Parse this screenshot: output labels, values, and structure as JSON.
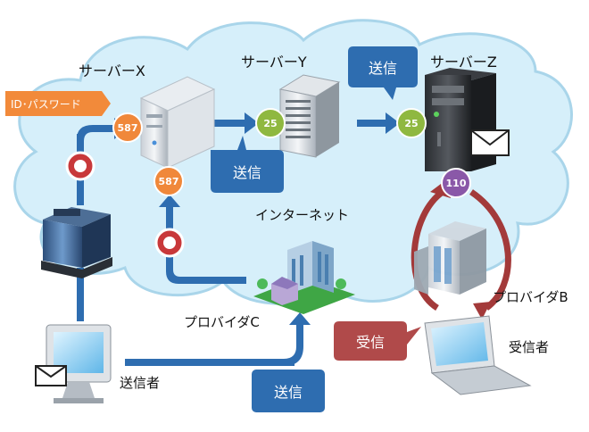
{
  "labels": {
    "server_x": "サーバーX",
    "server_y": "サーバーY",
    "server_z": "サーバーZ",
    "internet": "インターネット",
    "provider_b": "プロバイダB",
    "provider_c": "プロバイダC",
    "sender": "送信者",
    "receiver": "受信者",
    "credentials": "ID･パスワード"
  },
  "ports": {
    "x_upper": "587",
    "x_lower": "587",
    "y": "25",
    "z": "25",
    "z_pop": "110"
  },
  "callouts": {
    "send_y": "送信",
    "send_z": "送信",
    "send_sender": "送信",
    "receive": "受信"
  },
  "colors": {
    "cloud_fill": "#d6effa",
    "cloud_stroke": "#a9d5ea",
    "arrow_blue": "#2e6db0",
    "arrow_red": "#a33a3a",
    "port_orange": "#f0883a",
    "port_green": "#8fb840",
    "port_purple": "#8a58a8",
    "callout_blue": "#2e6db0",
    "callout_red": "#b04a4a",
    "idtag_orange": "#f28a3a",
    "block_red": "#c8383a"
  }
}
